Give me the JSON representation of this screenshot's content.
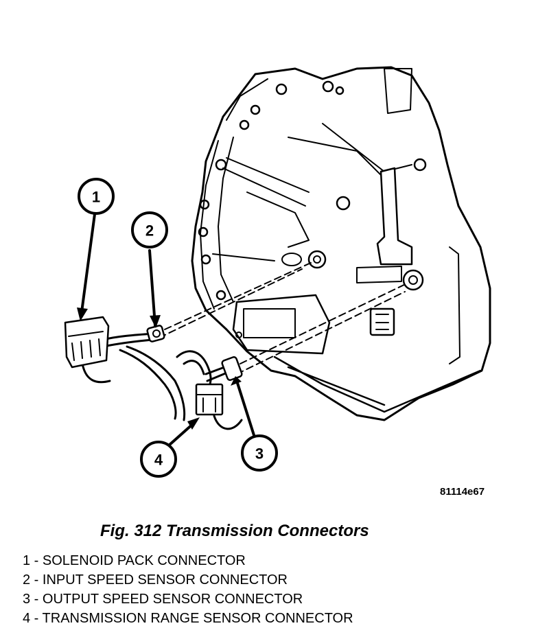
{
  "figure": {
    "reference_code": "81114e67",
    "title": "Fig. 312 Transmission Connectors"
  },
  "callouts": [
    {
      "number": "1"
    },
    {
      "number": "2"
    },
    {
      "number": "3"
    },
    {
      "number": "4"
    }
  ],
  "legend": [
    {
      "text": "1 - SOLENOID PACK CONNECTOR"
    },
    {
      "text": "2 - INPUT SPEED SENSOR CONNECTOR"
    },
    {
      "text": "3 - OUTPUT SPEED SENSOR CONNECTOR"
    },
    {
      "text": "4 - TRANSMISSION RANGE SENSOR CONNECTOR"
    }
  ]
}
